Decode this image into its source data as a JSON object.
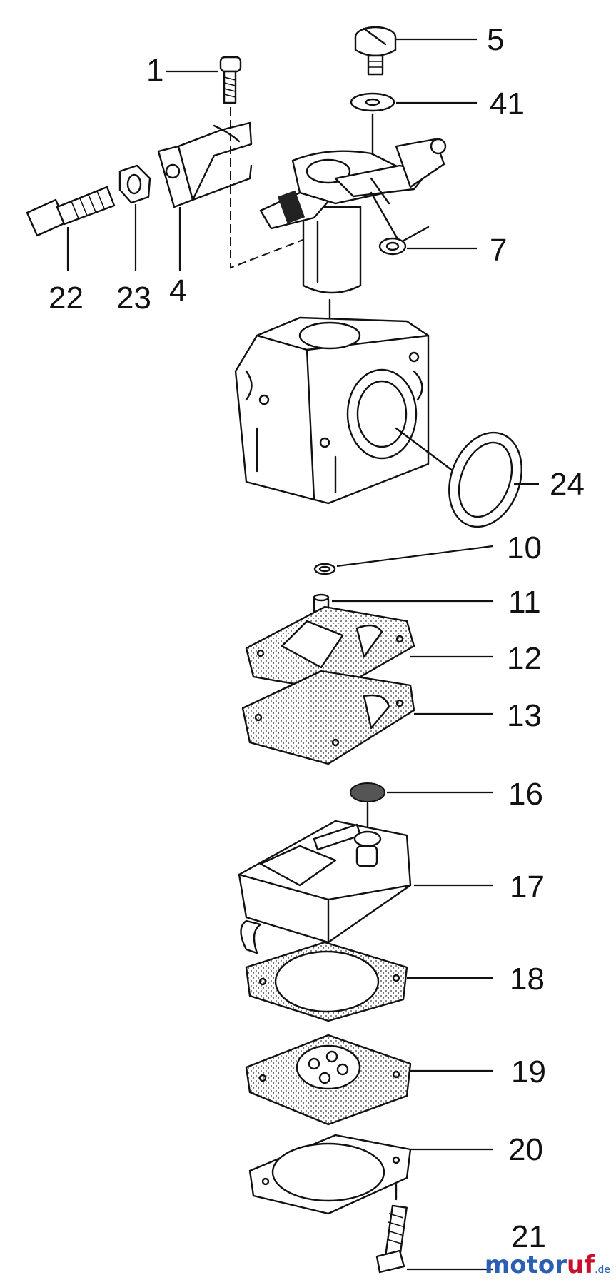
{
  "diagram": {
    "parts": [
      {
        "id": "p1",
        "label": "1"
      },
      {
        "id": "p5",
        "label": "5"
      },
      {
        "id": "p41",
        "label": "41"
      },
      {
        "id": "p7",
        "label": "7"
      },
      {
        "id": "p22",
        "label": "22"
      },
      {
        "id": "p23",
        "label": "23"
      },
      {
        "id": "p4",
        "label": "4"
      },
      {
        "id": "p24",
        "label": "24"
      },
      {
        "id": "p10",
        "label": "10"
      },
      {
        "id": "p11",
        "label": "11"
      },
      {
        "id": "p12",
        "label": "12"
      },
      {
        "id": "p13",
        "label": "13"
      },
      {
        "id": "p16",
        "label": "16"
      },
      {
        "id": "p17",
        "label": "17"
      },
      {
        "id": "p18",
        "label": "18"
      },
      {
        "id": "p19",
        "label": "19"
      },
      {
        "id": "p20",
        "label": "20"
      },
      {
        "id": "p21",
        "label": "21"
      }
    ]
  },
  "watermark": {
    "brand_a": "motor",
    "brand_b": "uf",
    "brand_tld": ".de"
  }
}
